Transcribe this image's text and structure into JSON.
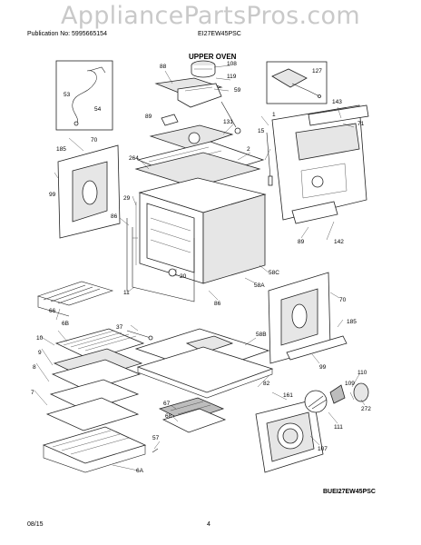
{
  "watermark": "AppliancePartsPros.com",
  "header": {
    "publication": "Publication No: 5995665154",
    "model": "EI27EW45PSC",
    "title": "UPPER OVEN"
  },
  "footer": {
    "date": "08/15",
    "page": "4",
    "diagram_code": "BUEI27EW45PSC"
  },
  "parts": {
    "p88": "88",
    "p108": "108",
    "p119": "119",
    "p59": "59",
    "p127": "127",
    "p53": "53",
    "p54": "54",
    "p143": "143",
    "p89a": "89",
    "p131": "131",
    "p1": "1",
    "p71": "71",
    "p15": "15",
    "p185a": "185",
    "p70a": "70",
    "p2": "2",
    "p264": "264",
    "p99a": "99",
    "p29": "29",
    "p86a": "86",
    "p142": "142",
    "p89b": "89",
    "p20": "20",
    "p11": "11",
    "p58c": "58C",
    "p58a": "58A",
    "p66": "66",
    "p86b": "86",
    "p70b": "70",
    "p6b": "6B",
    "p37": "37",
    "p10": "10",
    "p9": "9",
    "p8": "8",
    "p7": "7",
    "p185b": "185",
    "p58b": "58B",
    "p99b": "99",
    "p109": "109",
    "p82": "82",
    "p161": "161",
    "p110": "110",
    "p67": "67",
    "p68": "68",
    "p272": "272",
    "p111": "111",
    "p107": "107",
    "p57": "57",
    "p6a": "6A"
  }
}
